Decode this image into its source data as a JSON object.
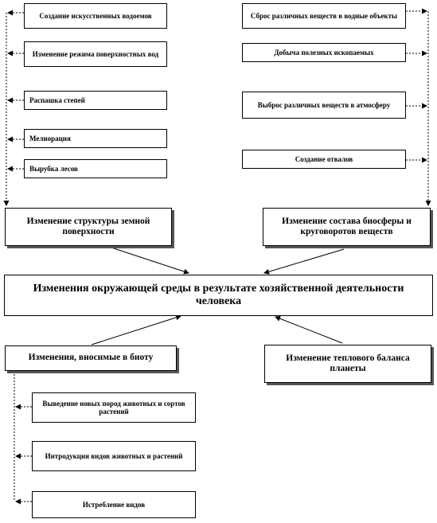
{
  "left_top": [
    "Создание искусственных водоемов",
    "Изменение режима поверхностных вод",
    "Распашка степей",
    "Мелиорация",
    "Вырубка лесов"
  ],
  "right_top": [
    "Сброс различных веществ в водные объекты",
    "Добыча полезных ископаемых",
    "Выброс различных веществ в атмосферу",
    "Создание отвалов"
  ],
  "mid_left": "Изменение структуры земной поверхности",
  "mid_right": "Изменение состава биосферы и круговоротов веществ",
  "center": "Изменения окружающей среды в результате хозяйственной деятельности человека",
  "bottom_left": "Изменения, вносимые в биоту",
  "bottom_right": "Изменение теплового баланса планеты",
  "bottom_list": [
    "Выведение новых пород животных и сортов растений",
    "Интродукция видов животных и растений",
    "Истребление видов"
  ]
}
